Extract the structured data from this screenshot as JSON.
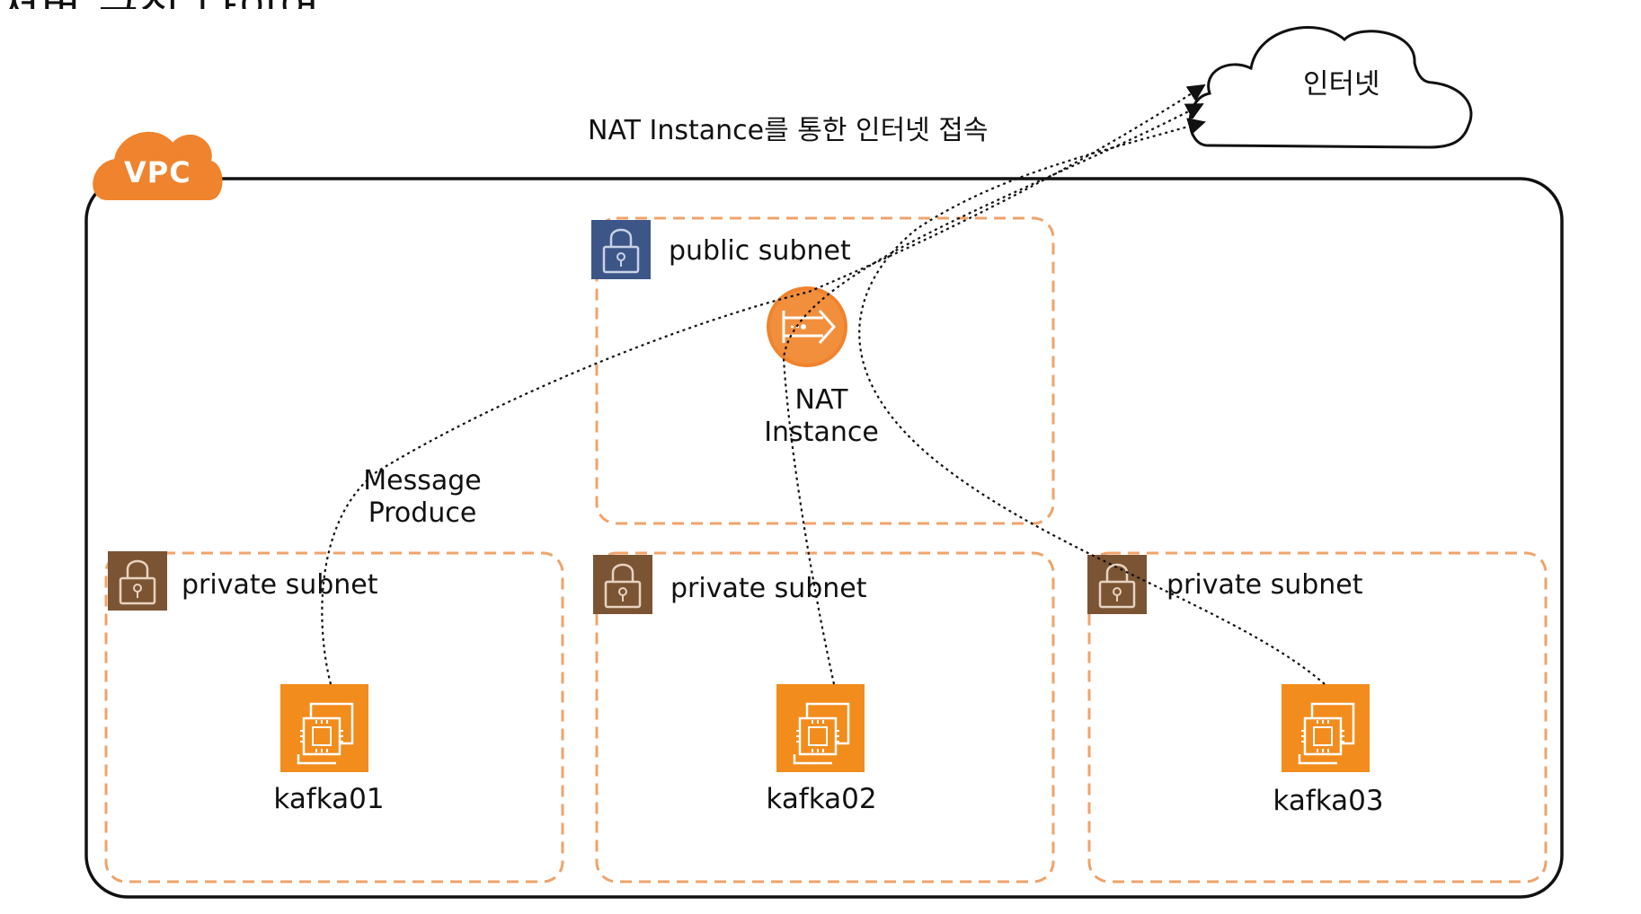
{
  "diagram": {
    "page_title": "서버 구성 다이어그램",
    "vpc_badge": "VPC",
    "internet_label": "인터넷",
    "edge_label": "NAT Instance를 통한 인터넷 접속",
    "public_subnet": {
      "label": "public subnet",
      "nat": {
        "line1": "NAT",
        "line2": "Instance"
      }
    },
    "message_label": {
      "line1": "Message",
      "line2": "Produce"
    },
    "private_subnets": [
      {
        "label": "private subnet",
        "server": "kafka01"
      },
      {
        "label": "private subnet",
        "server": "kafka02"
      },
      {
        "label": "private subnet",
        "server": "kafka03"
      }
    ],
    "colors": {
      "vpc_orange": "#f0832d",
      "dash_orange": "#f0a36a",
      "public_lock_bg": "#3d5688",
      "private_lock_bg": "#7b5434",
      "ec2_orange": "#f28c1c"
    },
    "icons": [
      "cloud-icon",
      "vpc-cloud-icon",
      "lock-icon",
      "nat-gateway-icon",
      "ec2-instance-icon",
      "arrow-head-icon"
    ]
  }
}
